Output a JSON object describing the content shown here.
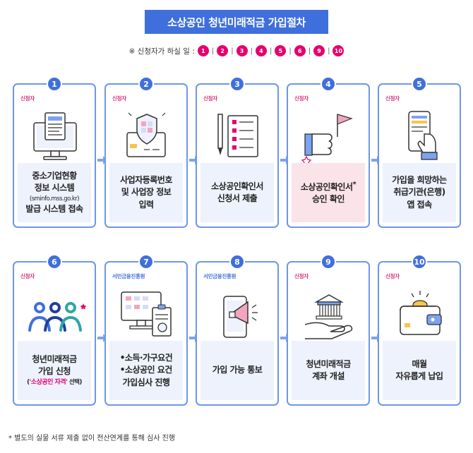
{
  "title": "소상공인 청년미래적금 가입절차",
  "applicant_steps": {
    "label": "※ 신청자가 하실 일 :",
    "numbers": [
      "1",
      "2",
      "3",
      "4",
      "5",
      "6",
      "9",
      "10"
    ]
  },
  "steps": [
    {
      "num": "1",
      "who": "신청자",
      "lines": [
        "중소기업현황",
        "정보 시스템"
      ],
      "small": "(sminfo.mss.go.kr)",
      "last": "발급 시스템 접속"
    },
    {
      "num": "2",
      "who": "신청자",
      "lines": [
        "사업자등록번호",
        "및 사업장 정보",
        "입력"
      ]
    },
    {
      "num": "3",
      "who": "신청자",
      "lines": [
        "소상공인확인서",
        "신청서 제출"
      ]
    },
    {
      "num": "4",
      "who": "신청자",
      "lines": [
        "소상공인확인서",
        "승인 확인"
      ],
      "mark": "*"
    },
    {
      "num": "5",
      "who": "신청자",
      "lines": [
        "가입을 희망하는",
        "취급기관(은행)",
        "앱 접속"
      ]
    },
    {
      "num": "6",
      "who": "신청자",
      "lines": [
        "청년미래적금",
        "가입 신청"
      ],
      "note_open": "(",
      "note_pink": "'소상공인 자격'",
      "note_close": " 선택)"
    },
    {
      "num": "7",
      "who": "서민금융진흥원",
      "bullets": [
        "•소득·가구요건",
        "•소상공인 요건"
      ],
      "last": "가입심사 진행"
    },
    {
      "num": "8",
      "who": "서민금융진흥원",
      "lines": [
        "가입 가능 통보"
      ]
    },
    {
      "num": "9",
      "who": "신청자",
      "lines": [
        "청년미래적금",
        "계좌 개설"
      ]
    },
    {
      "num": "10",
      "who": "신청자",
      "lines": [
        "매월",
        "자유롭게 납입"
      ]
    }
  ],
  "footnote": "* 별도의 실물 서류 제출 없이 전산연계를 통해 심사 진행",
  "colors": {
    "primary": "#3f6fdc",
    "pink": "#e6006e",
    "card_border": "#6e96e8",
    "panel": "#eef2fd",
    "highlight": "#fbe3ea"
  }
}
